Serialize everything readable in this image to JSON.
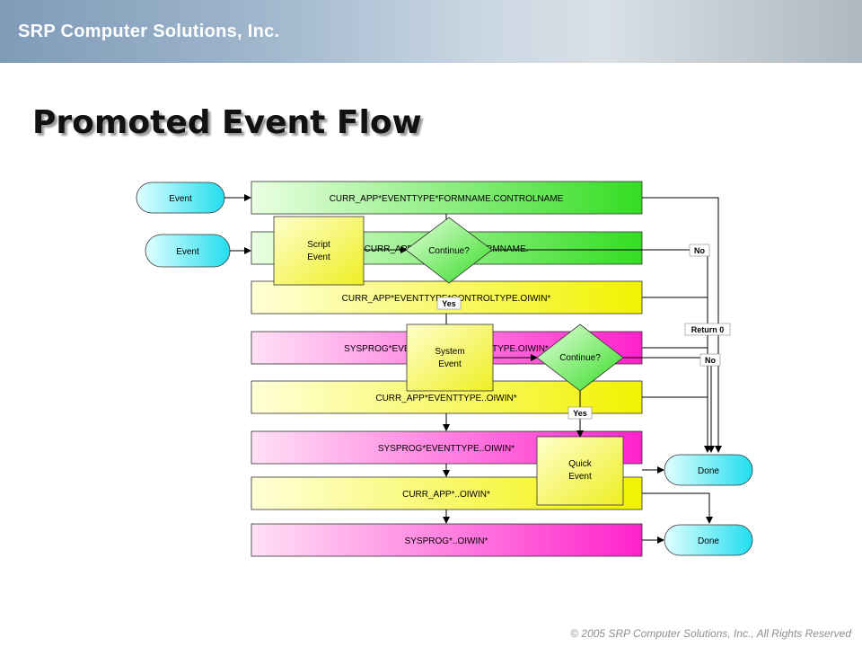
{
  "header": {
    "company": "SRP Computer Solutions, Inc."
  },
  "slide": {
    "title": "Promoted Event Flow"
  },
  "footer": {
    "copyright": "© 2005 SRP Computer Solutions, Inc., All Rights Reserved"
  },
  "colors": {
    "green": "#55e83a",
    "yellow": "#ffff33",
    "magenta": "#ff33cc",
    "cyan": "#33ddee",
    "banner": "#9fb6cc"
  },
  "flow": {
    "event_top": "Event",
    "event_second": "Event",
    "row1": "CURR_APP*EVENTTYPE*FORMNAME.CONTROLNAME",
    "row2": "CURR_APP*EVENTTYPE*FORMNAME.",
    "row3": "CURR_APP*EVENTTYPE*CONTROLTYPE.OIWIN*",
    "row4": "SYSPROG*EVENTTYPE*CONTROLTYPE.OIWIN*",
    "row5": "CURR_APP*EVENTTYPE..OIWIN*",
    "row6": "SYSPROG*EVENTTYPE..OIWIN*",
    "row7": "CURR_APP*..OIWIN*",
    "row8": "SYSPROG*..OIWIN*",
    "script_event": [
      "Script",
      "Event"
    ],
    "system_event": [
      "System",
      "Event"
    ],
    "quick_event": [
      "Quick",
      "Event"
    ],
    "continue_1": "Continue?",
    "continue_2": "Continue?",
    "yes_1": "Yes",
    "yes_2": "Yes",
    "no_1": "No",
    "no_2": "No",
    "return_0": "Return 0",
    "done_1": "Done",
    "done_2": "Done"
  }
}
